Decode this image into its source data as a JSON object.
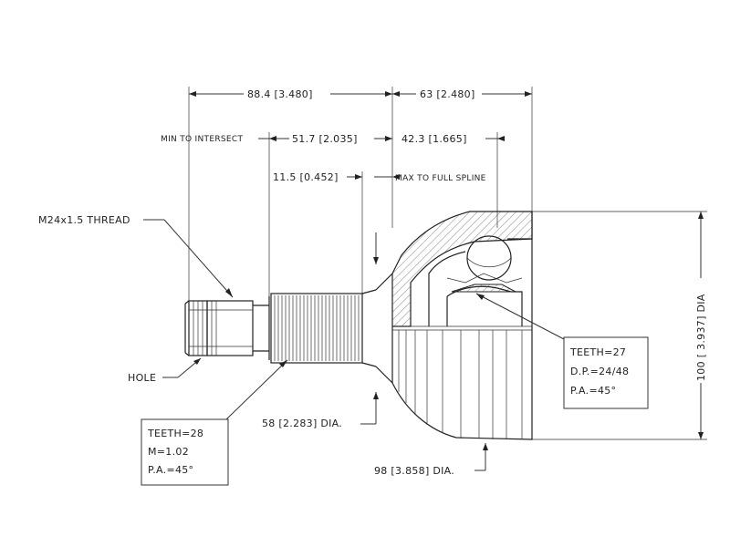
{
  "dimensions": {
    "overall_left": "88.4 [3.480]",
    "overall_right": "63 [2.480]",
    "min_to_intersect_label": "MIN TO INTERSECT",
    "min_to_intersect_value": "51.7 [2.035]",
    "right_inner": "42.3 [1.665]",
    "spline_offset": "11.5 [0.452]",
    "max_full_spline": "MAX TO FULL SPLINE",
    "small_dia": "58 [2.283] DIA.",
    "large_dia": "98 [3.858] DIA.",
    "height_dia": "100 [ 3.937] DIA"
  },
  "callouts": {
    "thread": "M24x1.5 THREAD",
    "hole": "HOLE"
  },
  "spline_left": {
    "teeth": "TEETH=28",
    "module": "M=1.02",
    "pressure_angle": "P.A.=45°"
  },
  "spline_right": {
    "teeth": "TEETH=27",
    "dp": "D.P.=24/48",
    "pressure_angle": "P.A.=45°"
  }
}
